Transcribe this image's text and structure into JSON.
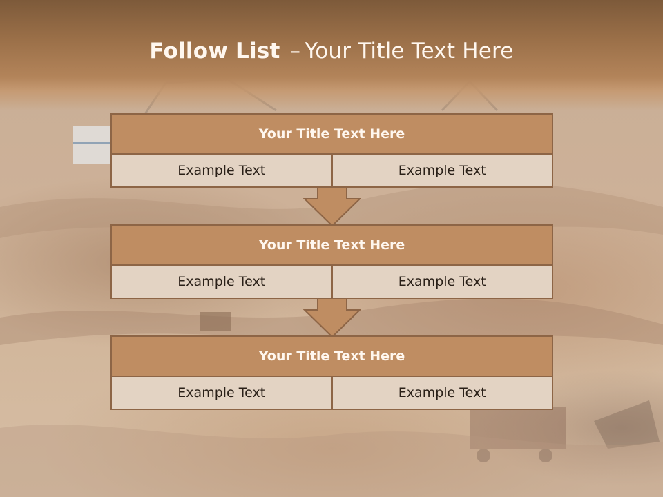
{
  "header": {
    "title_bold": "Follow List",
    "title_dash": "–",
    "title_rest": "Your Title Text Here"
  },
  "blocks": [
    {
      "title": "Your Title Text Here",
      "left": "Example Text",
      "right": "Example Text"
    },
    {
      "title": "Your Title Text Here",
      "left": "Example Text",
      "right": "Example Text"
    },
    {
      "title": "Your Title Text Here",
      "left": "Example Text",
      "right": "Example Text"
    }
  ],
  "colors": {
    "header_brown": "#9a6f48",
    "block_title_fill": "#bf8d62",
    "block_cell_fill": "#e3d3c3",
    "border_brown": "#8d6546",
    "arrow_fill": "#bf8d62"
  },
  "icons": [
    "down-arrow-icon",
    "down-arrow-icon"
  ]
}
